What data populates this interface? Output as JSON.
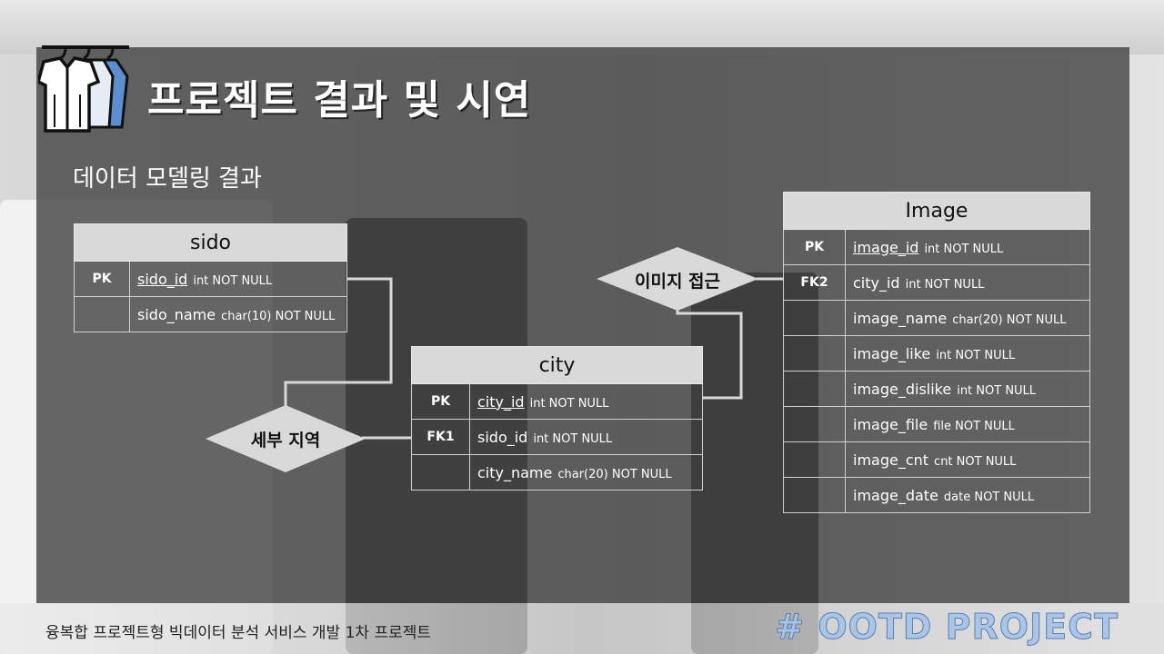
{
  "title": "프로젝트 결과 및 시연",
  "subtitle": "데이터 모델링 결과",
  "footer_text": "융복합 프로젝트형 빅데이터 분석 서비스 개발 1차 프로젝트",
  "footer_brand": "# OOTD PROJECT",
  "logo_icon": "clothes-hanger-icon",
  "entities": {
    "sido": {
      "name": "sido",
      "rows": [
        {
          "key": "PK",
          "attr": "sido_id",
          "type": "int NOT NULL"
        },
        {
          "key": "",
          "attr": "sido_name",
          "type": "char(10) NOT NULL"
        }
      ]
    },
    "city": {
      "name": "city",
      "rows": [
        {
          "key": "PK",
          "attr": "city_id",
          "type": "int NOT NULL"
        },
        {
          "key": "FK1",
          "attr": "sido_id",
          "type": "int NOT NULL"
        },
        {
          "key": "",
          "attr": "city_name",
          "type": "char(20) NOT NULL"
        }
      ]
    },
    "image": {
      "name": "Image",
      "rows": [
        {
          "key": "PK",
          "attr": "image_id",
          "type": "int NOT NULL"
        },
        {
          "key": "FK2",
          "attr": "city_id",
          "type": "int NOT NULL"
        },
        {
          "key": "",
          "attr": "image_name",
          "type": "char(20) NOT NULL"
        },
        {
          "key": "",
          "attr": "image_like",
          "type": "int NOT NULL"
        },
        {
          "key": "",
          "attr": "image_dislike",
          "type": "int NOT NULL"
        },
        {
          "key": "",
          "attr": "image_file",
          "type": "file NOT NULL"
        },
        {
          "key": "",
          "attr": "image_cnt",
          "type": "cnt NOT NULL"
        },
        {
          "key": "",
          "attr": "image_date",
          "type": "date NOT NULL"
        }
      ]
    }
  },
  "relationships": {
    "sebu_jiyeok": "세부 지역",
    "image_access": "이미지 접근"
  },
  "colors": {
    "panel": "#464646",
    "entity_header": "#d9d9d9",
    "relationship": "#d9d9d9",
    "brand": "#a9c6e8"
  }
}
